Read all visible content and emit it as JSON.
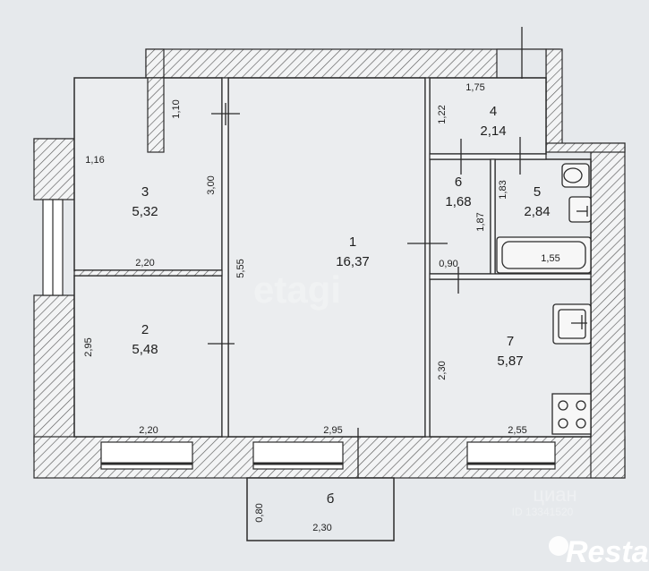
{
  "rooms": [
    {
      "num": "1",
      "area": "16,37"
    },
    {
      "num": "2",
      "area": "5,48"
    },
    {
      "num": "3",
      "area": "5,32"
    },
    {
      "num": "4",
      "area": "2,14"
    },
    {
      "num": "5",
      "area": "2,84"
    },
    {
      "num": "6",
      "area": "1,68"
    },
    {
      "num": "7",
      "area": "5,87"
    },
    {
      "num": "б"
    }
  ],
  "dims": {
    "d_1_10": "1,10",
    "d_1_16": "1,16",
    "d_3_00": "3,00",
    "d_2_20_top": "2,20",
    "d_5_55": "5,55",
    "d_2_95_left": "2,95",
    "d_2_20_bottom": "2,20",
    "d_2_95_bottom": "2,95",
    "d_1_75": "1,75",
    "d_1_22": "1,22",
    "d_1_83": "1,83",
    "d_1_87": "1,87",
    "d_1_55": "1,55",
    "d_0_90": "0,90",
    "d_2_30_right": "2,30",
    "d_2_55": "2,55",
    "d_0_80": "0,80",
    "d_2_30_balcony": "2,30"
  },
  "watermarks": {
    "etagi": "etagi",
    "cian": "циан",
    "cian_id": "ID 13341520",
    "brand": "Restate"
  },
  "colors": {
    "background": "#e6e9ec",
    "wall_fill": "#f3f4f5",
    "hatch": "#5a5a5a",
    "line": "#2b2b2b"
  }
}
